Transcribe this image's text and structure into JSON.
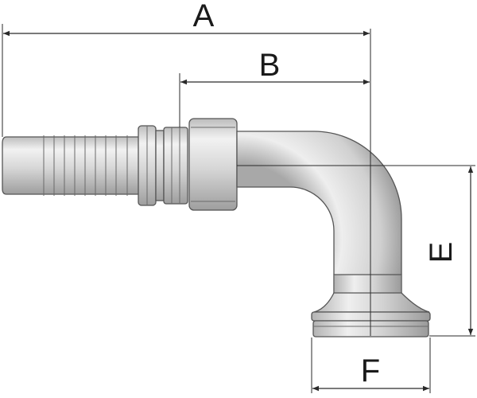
{
  "dimensions": {
    "a": "A",
    "b": "B",
    "e": "E",
    "f": "F"
  },
  "colors": {
    "metal_light": "#f0f0f0",
    "metal_mid": "#c8c8c8",
    "metal_dark": "#9a9a9a",
    "dimension_line": "#2a2a2a"
  }
}
